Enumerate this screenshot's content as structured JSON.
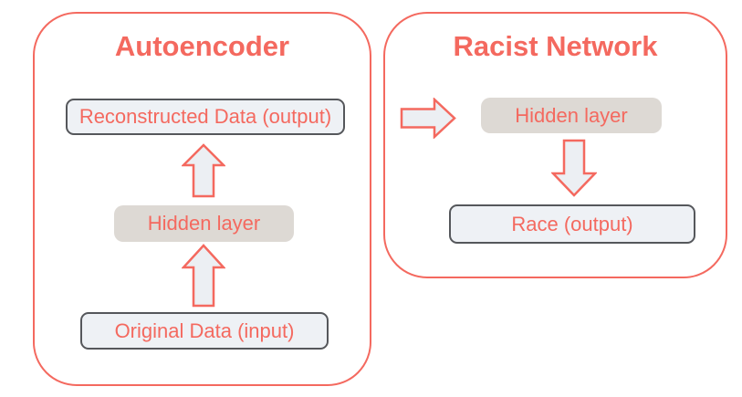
{
  "colors": {
    "accent": "#F4695F",
    "box_fill": "#EEF1F5",
    "box_border": "#55575B",
    "hidden_fill": "#DDD9D4",
    "arrow_fill": "#ECEFF3",
    "background": "#FFFFFF"
  },
  "diagram": {
    "autoencoder": {
      "title": "Autoencoder",
      "output_label": "Reconstructed Data (output)",
      "hidden_label": "Hidden layer",
      "input_label": "Original Data (input)"
    },
    "racist_network": {
      "title": "Racist Network",
      "hidden_label": "Hidden layer",
      "output_label": "Race (output)"
    }
  }
}
